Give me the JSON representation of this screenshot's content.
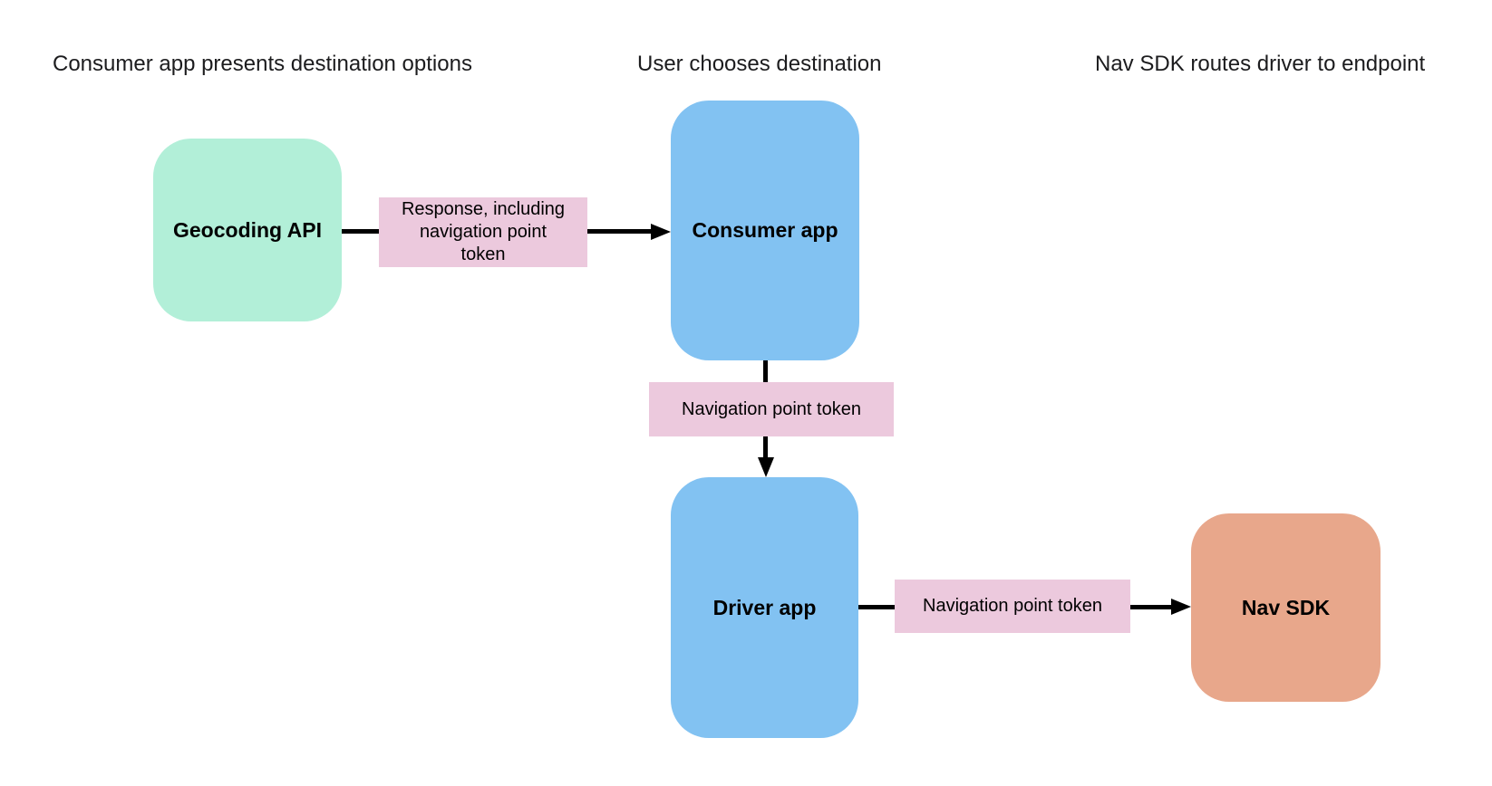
{
  "diagram": {
    "headers": [
      {
        "text": "Consumer app presents destination options"
      },
      {
        "text": "User chooses destination"
      },
      {
        "text": "Nav SDK routes driver to endpoint"
      }
    ],
    "nodes": [
      {
        "id": "geocoding-api",
        "label": "Geocoding API",
        "fill": "#b2efd8"
      },
      {
        "id": "consumer-app",
        "label": "Consumer app",
        "fill": "#82c2f2"
      },
      {
        "id": "driver-app",
        "label": "Driver app",
        "fill": "#82c2f2"
      },
      {
        "id": "nav-sdk",
        "label": "Nav SDK",
        "fill": "#e8a78b"
      }
    ],
    "edges": [
      {
        "from": "geocoding-api",
        "to": "consumer-app",
        "direction": "right",
        "label": "Response, including\nnavigation point\ntoken"
      },
      {
        "from": "consumer-app",
        "to": "driver-app",
        "direction": "down",
        "label": "Navigation point token"
      },
      {
        "from": "driver-app",
        "to": "nav-sdk",
        "direction": "right",
        "label": "Navigation point token"
      }
    ],
    "colors": {
      "background": "#ffffff",
      "edge_label_bg": "#ecc9dd",
      "arrow": "#000000",
      "header_text": "#1c1c1e"
    }
  }
}
